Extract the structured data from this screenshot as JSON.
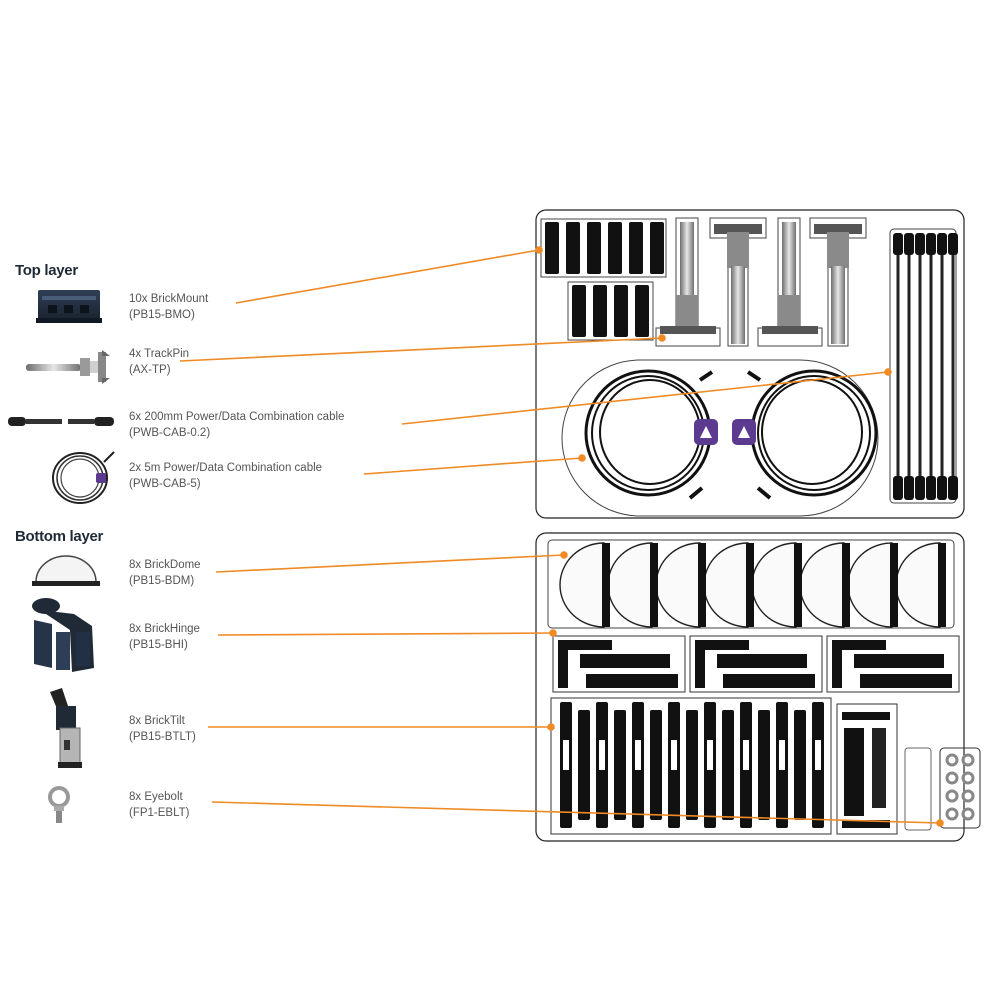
{
  "sections": {
    "top": "Top layer",
    "bottom": "Bottom layer"
  },
  "items": [
    {
      "name": "10x BrickMount",
      "code": "(PB15-BMO)",
      "icon": "brickmount-icon"
    },
    {
      "name": "4x TrackPin",
      "code": "(AX-TP)",
      "icon": "trackpin-icon"
    },
    {
      "name": "6x 200mm Power/Data Combination cable",
      "code": "(PWB-CAB-0.2)",
      "icon": "short-cable-icon"
    },
    {
      "name": "2x 5m Power/Data Combination cable",
      "code": "(PWB-CAB-5)",
      "icon": "coiled-cable-icon"
    },
    {
      "name": "8x BrickDome",
      "code": "(PB15-BDM)",
      "icon": "brickdome-icon"
    },
    {
      "name": "8x BrickHinge",
      "code": "(PB15-BHI)",
      "icon": "brickhinge-icon"
    },
    {
      "name": "8x BrickTilt",
      "code": "(PB15-BTLT)",
      "icon": "bricktilt-icon"
    },
    {
      "name": "8x Eyebolt",
      "code": "(FP1-EBLT)",
      "icon": "eyebolt-icon"
    }
  ],
  "colors": {
    "leader": "#f08a24",
    "accent": "#5b3a8f",
    "title": "#1f2a36"
  }
}
